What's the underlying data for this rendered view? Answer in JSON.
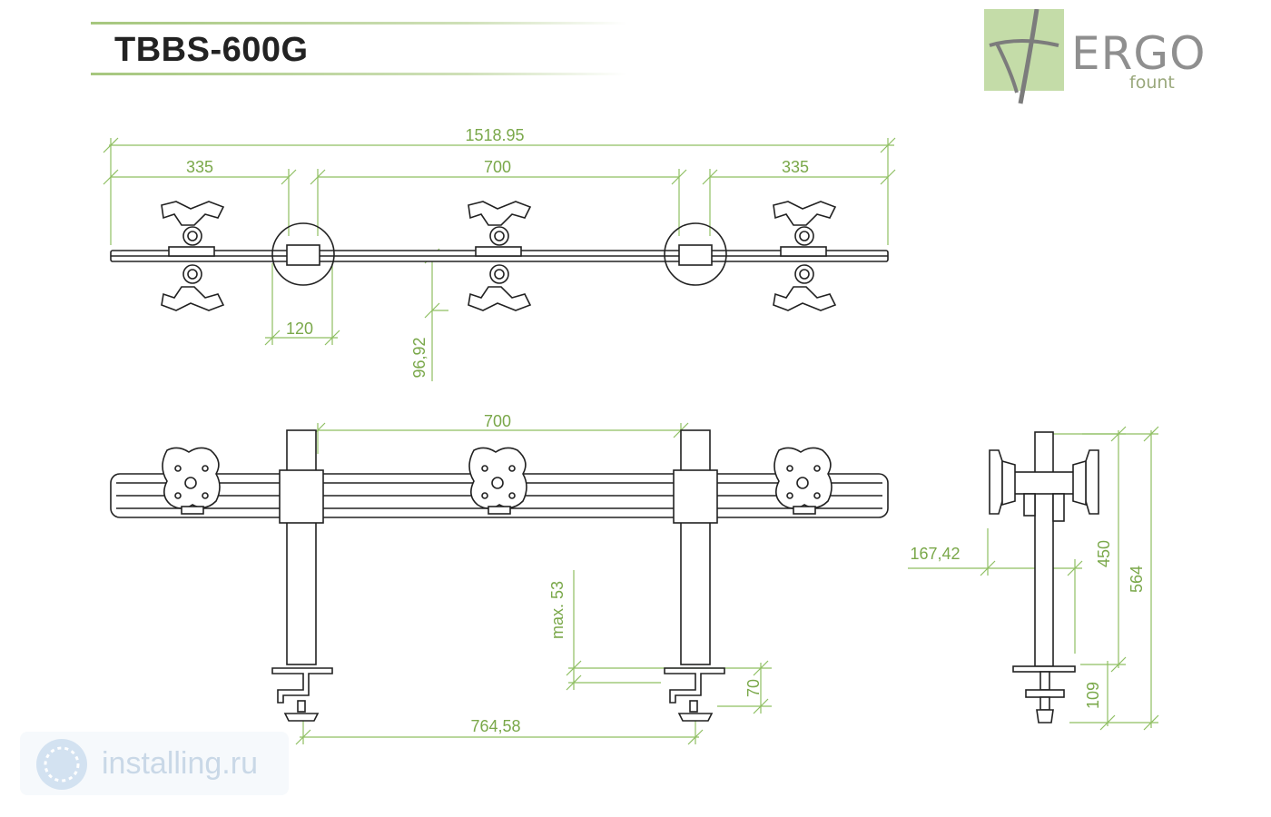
{
  "header": {
    "title": "TBBS-600G"
  },
  "logo": {
    "word": "ERGO",
    "sub": "fount"
  },
  "watermark": {
    "text": "installing.ru"
  },
  "colors": {
    "dimension": "#7aa84a",
    "header_line": "#a6c77e",
    "logo_bg": "#c4dca8",
    "line": "#222222"
  },
  "top_view": {
    "dims": {
      "overall": "1518.95",
      "left": "335",
      "center": "700",
      "right": "335",
      "clamp": "120",
      "offset": "96,92"
    }
  },
  "front_view": {
    "dims": {
      "center": "700",
      "base_span": "764,58",
      "max_desk": "max. 53",
      "clamp_h": "70"
    }
  },
  "side_view": {
    "dims": {
      "depth": "167,42",
      "height_450": "450",
      "height_564": "564",
      "base_109": "109"
    }
  }
}
